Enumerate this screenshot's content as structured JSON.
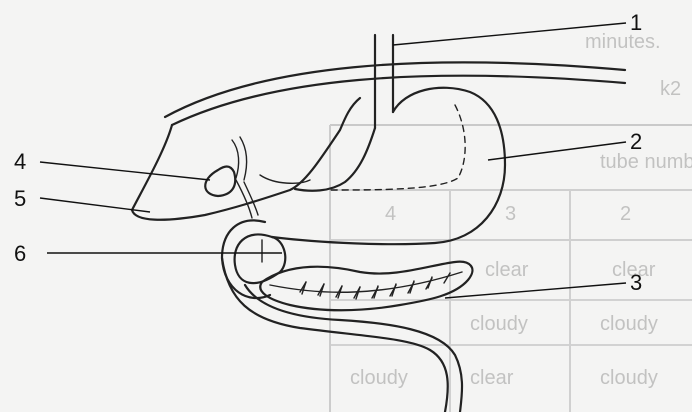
{
  "labels": {
    "l1": "1",
    "l2": "2",
    "l3": "3",
    "l4": "4",
    "l5": "5",
    "l6": "6"
  },
  "background_text": {
    "minutes": "minutes.",
    "k2": "k2",
    "tube_number": "tube number",
    "col2": "2",
    "col3": "3",
    "col4": "4",
    "r1c2": "clear",
    "r1c3": "clear",
    "r2c2": "cloudy",
    "r2c3": "cloudy",
    "r3c2": "cloudy",
    "r3c3": "clear",
    "r3c4": "cloudy"
  }
}
